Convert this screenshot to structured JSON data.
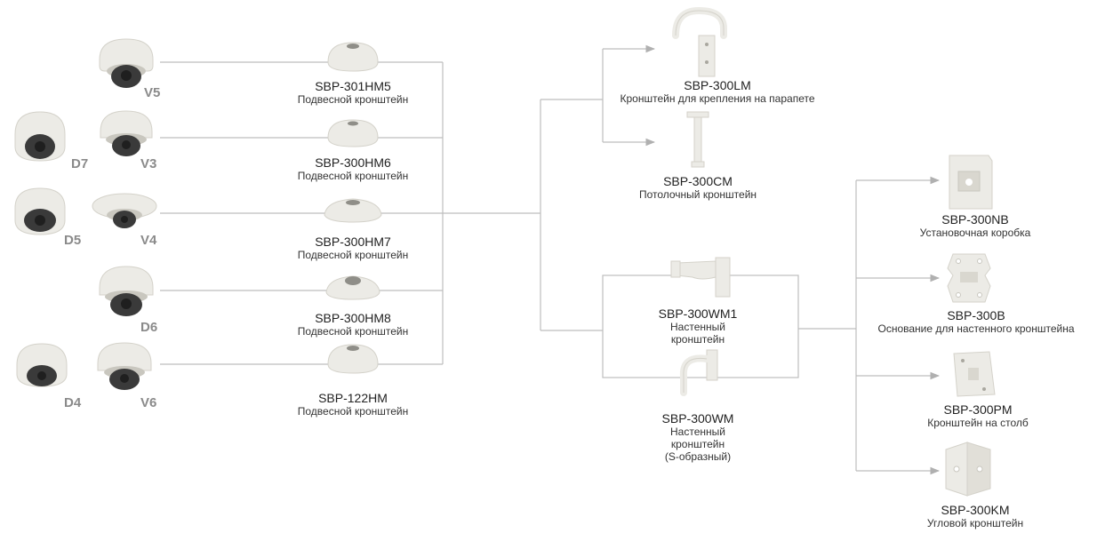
{
  "colors": {
    "line": "#bdbdbd",
    "arrow": "#b0b0b0",
    "device_body": "#ecebe6",
    "device_shadow": "#c9c7bf",
    "lens": "#3a3a3a",
    "label_gray": "#8a8a8a"
  },
  "cameras": {
    "v5": "V5",
    "d7": "D7",
    "v3": "V3",
    "d5": "D5",
    "v4": "V4",
    "d6": "D6",
    "d4": "D4",
    "v6": "V6"
  },
  "hanging_mounts": [
    {
      "code": "SBP-301HM5",
      "desc": "Подвесной кронштейн"
    },
    {
      "code": "SBP-300HM6",
      "desc": "Подвесной кронштейн"
    },
    {
      "code": "SBP-300HM7",
      "desc": "Подвесной кронштейн"
    },
    {
      "code": "SBP-300HM8",
      "desc": "Подвесной кронштейн"
    },
    {
      "code": "SBP-122HM",
      "desc": "Подвесной кронштейн"
    }
  ],
  "upper_mounts": [
    {
      "code": "SBP-300LM",
      "desc": "Кронштейн для крепления на парапете"
    },
    {
      "code": "SBP-300CM",
      "desc": "Потолочный кронштейн"
    }
  ],
  "wall_mounts": [
    {
      "code": "SBP-300WM1",
      "desc": [
        "Настенный",
        "кронштейн"
      ]
    },
    {
      "code": "SBP-300WM",
      "desc": [
        "Настенный",
        "кронштейн",
        "(S-образный)"
      ]
    }
  ],
  "wall_accessories": [
    {
      "code": "SBP-300NB",
      "desc": "Установочная коробка"
    },
    {
      "code": "SBP-300B",
      "desc": "Основание для настенного кронштейна"
    },
    {
      "code": "SBP-300PM",
      "desc": "Кронштейн на столб"
    },
    {
      "code": "SBP-300KM",
      "desc": "Угловой кронштейн"
    }
  ]
}
